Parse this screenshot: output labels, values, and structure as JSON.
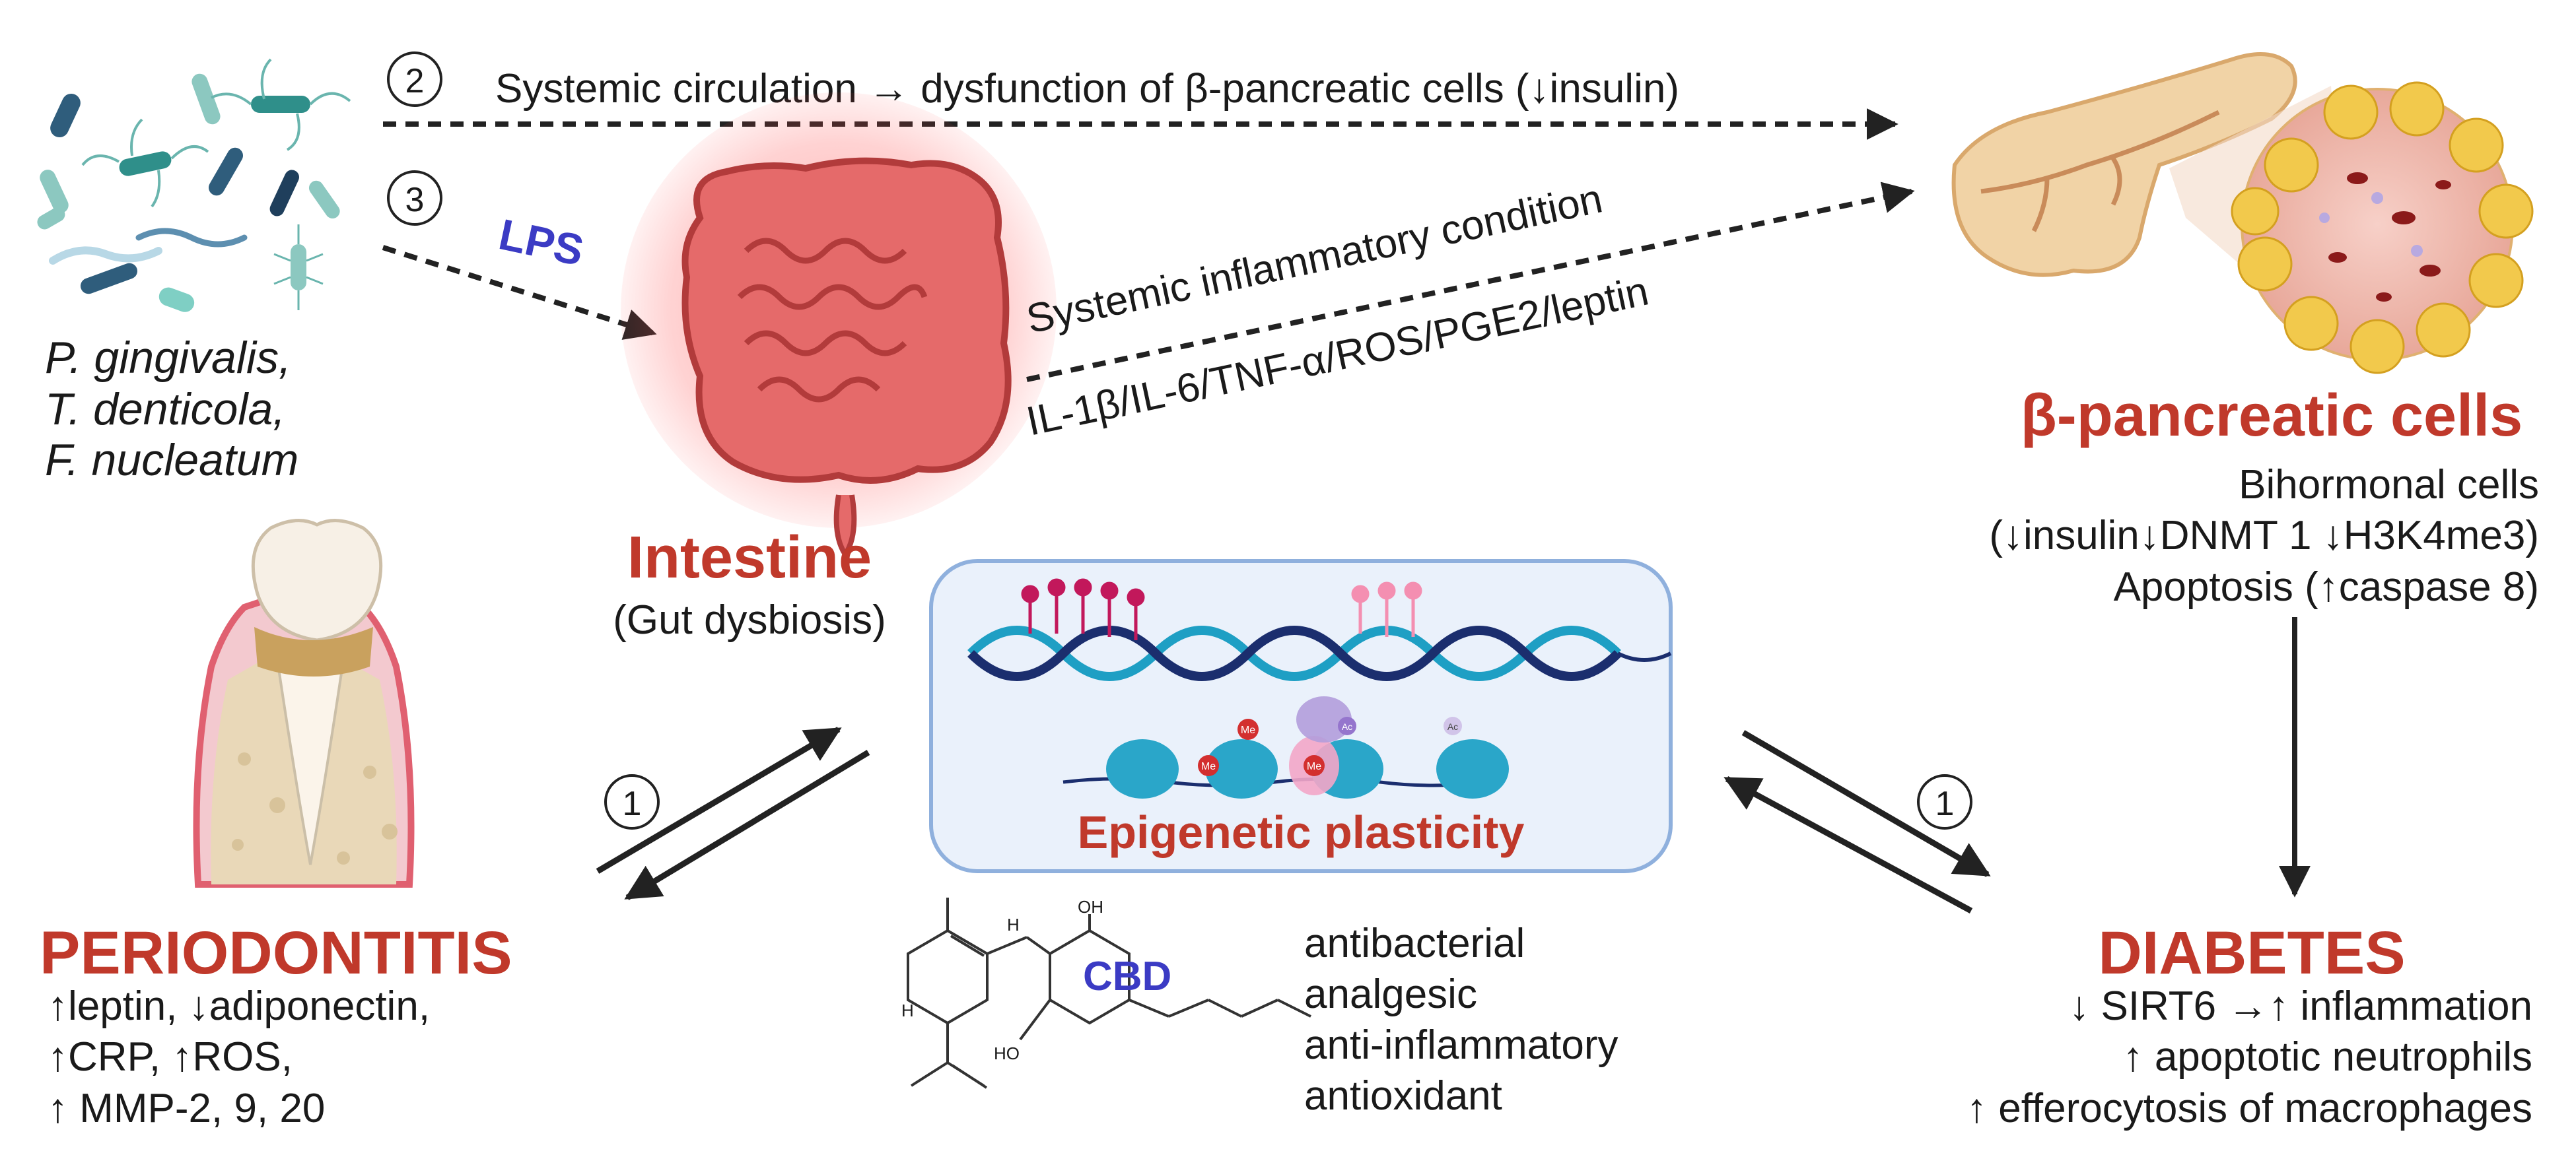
{
  "route_numbers": {
    "route1": "1",
    "route2": "2",
    "route3": "3"
  },
  "bacteria": {
    "line1": "P. gingivalis,",
    "line2": "T. denticola,",
    "line3": "F. nucleatum"
  },
  "lps_label": "LPS",
  "systemic_circulation": "Systemic circulation → dysfunction of β-pancreatic cells (↓insulin)",
  "inflammatory": {
    "line1": "Systemic inflammatory condition",
    "line2": "IL-1β/IL-6/TNF-α/ROS/PGE2/leptin"
  },
  "intestine": {
    "title": "Intestine",
    "subtitle": "(Gut dysbiosis)"
  },
  "pancreas": {
    "title": "β-pancreatic cells",
    "line1": "Bihormonal cells",
    "line2": "(↓insulin↓DNMT 1 ↓H3K4me3)",
    "line3": "Apoptosis (↑caspase 8)"
  },
  "epigenetic_label": "Epigenetic plasticity",
  "periodontitis": {
    "title": "PERIODONTITIS",
    "line1": "↑leptin, ↓adiponectin,",
    "line2": "↑CRP, ↑ROS,",
    "line3": "↑ MMP-2, 9, 20"
  },
  "diabetes": {
    "title": "DIABETES",
    "line1": "↓ SIRT6 →↑ inflammation",
    "line2": "↑ apoptotic neutrophils",
    "line3": "↑ efferocytosis of macrophages"
  },
  "cbd": {
    "label": "CBD",
    "oh_top": "OH",
    "ho_bottom": "HO",
    "h_label1": "H",
    "h_label2": "H",
    "properties": [
      "antibacterial",
      "analgesic",
      "anti-inflammatory",
      "antioxidant"
    ]
  },
  "histone_marks": {
    "me1": "Me",
    "me2": "Me",
    "me3": "Me",
    "ac1": "Ac",
    "ac2": "Ac"
  },
  "colors": {
    "title_red": "#c0392b",
    "label_blue": "#3b3bc4",
    "box_fill": "#eaf1fb",
    "box_border": "#8fb0dd",
    "arrow": "#222222"
  }
}
